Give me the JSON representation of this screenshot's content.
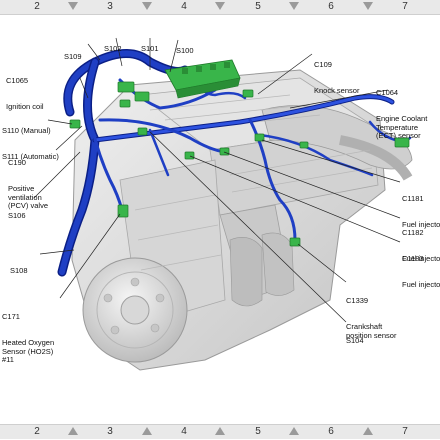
{
  "grid": {
    "top": [
      "2",
      "3",
      "4",
      "5",
      "6",
      "7"
    ],
    "bottom": [
      "2",
      "3",
      "4",
      "5",
      "6",
      "7"
    ]
  },
  "callouts": {
    "c1065": {
      "id": "C1065",
      "desc": "Ignition coil"
    },
    "s109": {
      "id": "S109",
      "desc": ""
    },
    "s102": {
      "id": "S102",
      "desc": ""
    },
    "s101": {
      "id": "S101",
      "desc": ""
    },
    "s100": {
      "id": "S100",
      "desc": ""
    },
    "c109": {
      "id": "C109",
      "desc": "Knock sensor"
    },
    "c1064": {
      "id": "C1064",
      "desc": "Engine Coolant\nTemperature\n(ECT) sensor"
    },
    "s110": {
      "id": "S110 (Manual)",
      "desc": "S111 (Automatic)"
    },
    "c190": {
      "id": "C190",
      "desc": "Positive\nventilation\n(PCV) valve"
    },
    "s106": {
      "id": "S106",
      "desc": ""
    },
    "c1181": {
      "id": "C1181",
      "desc": "Fuel injector"
    },
    "c1182": {
      "id": "C1182",
      "desc": "Fuel injector"
    },
    "c1183": {
      "id": "C1183",
      "desc": "Fuel injector"
    },
    "s108": {
      "id": "S108",
      "desc": ""
    },
    "c1339": {
      "id": "C1339",
      "desc": "Crankshaft\nposition sensor"
    },
    "c171": {
      "id": "C171",
      "desc": "Heated Oxygen\nSensor (HO2S)\n#11"
    },
    "s104": {
      "id": "S104",
      "desc": ""
    }
  },
  "colors": {
    "harness": "#1f3fc4",
    "harness_dark": "#0b1f86",
    "connector": "#39b54a",
    "engine": "#d9d9d9",
    "engine_edge": "#9a9a9a"
  }
}
